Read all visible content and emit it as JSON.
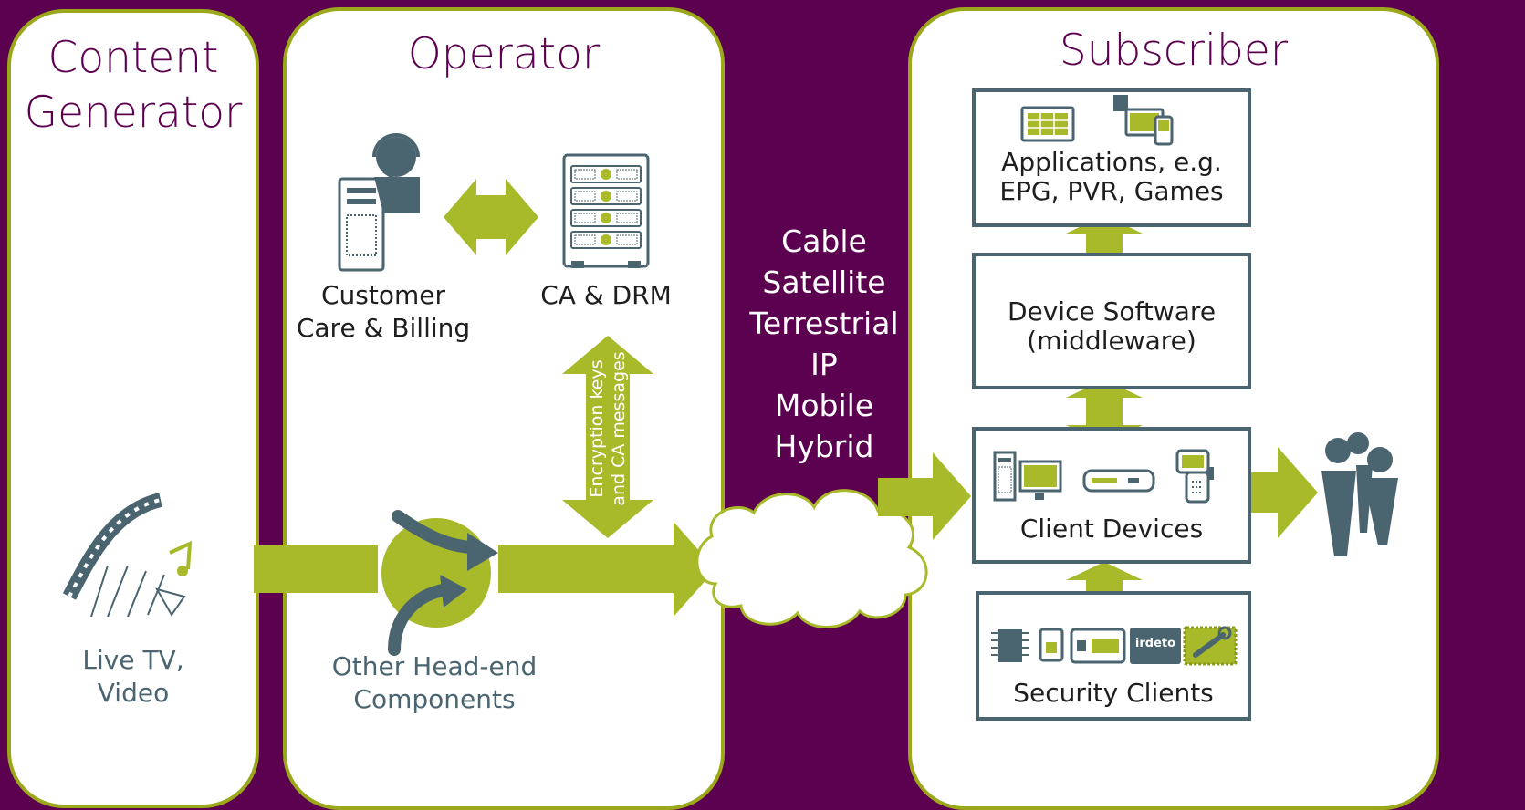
{
  "panels": {
    "content_generator": {
      "title_line1": "Content",
      "title_line2": "Generator"
    },
    "operator": {
      "title": "Operator"
    },
    "subscriber": {
      "title": "Subscriber"
    }
  },
  "content_generator": {
    "source_line1": "Live TV,",
    "source_line2": "Video"
  },
  "operator": {
    "customer_care_line1": "Customer",
    "customer_care_line2": "Care & Billing",
    "ca_drm": "CA & DRM",
    "encryption_line1": "Encryption keys",
    "encryption_line2": "and CA messages",
    "headend_line1": "Other Head-end",
    "headend_line2": "Components"
  },
  "network": {
    "types": [
      "Cable",
      "Satellite",
      "Terrestrial",
      "IP",
      "Mobile",
      "Hybrid"
    ]
  },
  "subscriber": {
    "applications_line1": "Applications, e.g.",
    "applications_line2": "EPG, PVR, Games",
    "device_software_line1": "Device Software",
    "device_software_line2": "(middleware)",
    "client_devices": "Client Devices",
    "security_clients": "Security Clients",
    "brand_badge": "irdeto"
  },
  "colors": {
    "background": "#5c0050",
    "accent_green": "#a8b92a",
    "border_olive": "#9aa81a",
    "slate": "#4a6470"
  }
}
